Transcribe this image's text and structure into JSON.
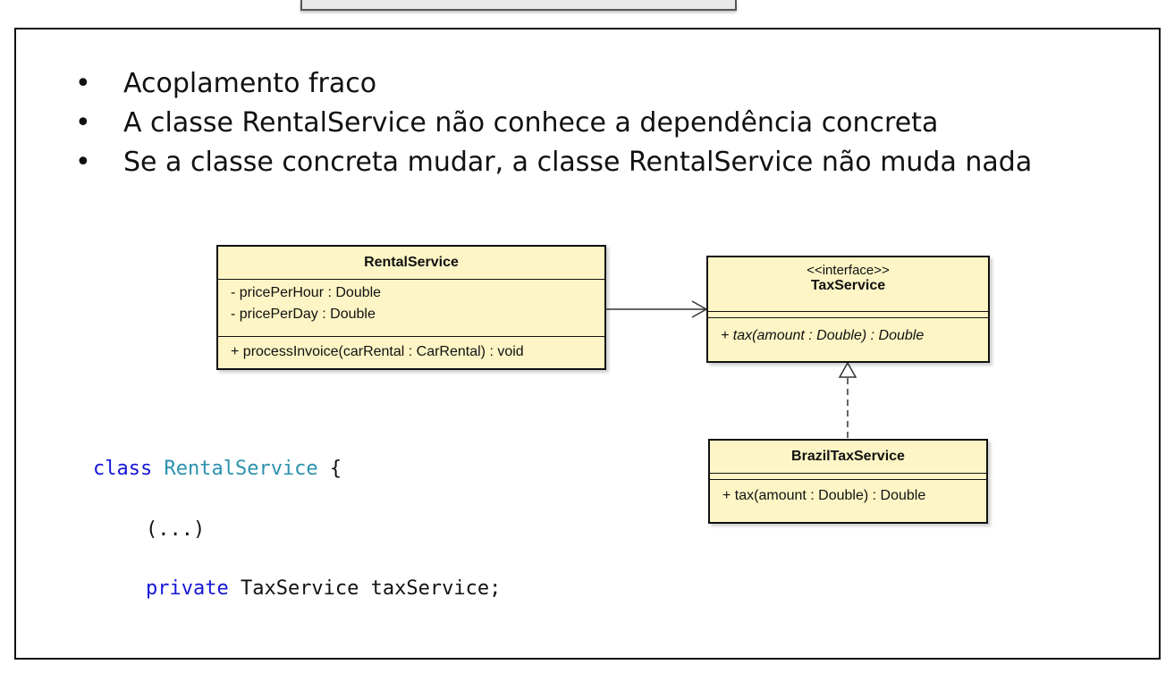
{
  "bullets": [
    "Acoplamento fraco",
    "A classe RentalService não conhece a dependência concreta",
    "Se a classe concreta mudar, a classe RentalService não muda nada"
  ],
  "bullet_symbol": "•",
  "diagram": {
    "rental_service": {
      "name": "RentalService",
      "attributes": [
        "- pricePerHour : Double",
        "- pricePerDay : Double"
      ],
      "operations": [
        "+ processInvoice(carRental : CarRental) : void"
      ]
    },
    "tax_service": {
      "stereotype": "<<interface>>",
      "name": "TaxService",
      "operations": [
        "+ tax(amount : Double) : Double"
      ]
    },
    "brazil_tax_service": {
      "name": "BrazilTaxService",
      "operations": [
        "+ tax(amount : Double) : Double"
      ]
    }
  },
  "code": {
    "line1_kw": "class",
    "line1_type": "RentalService",
    "line1_rest": " {",
    "line2": "(...)",
    "line3_kw": "private",
    "line3_rest": " TaxService taxService;"
  },
  "colors": {
    "uml_fill": "#fdf5c5",
    "keyword": "#1515d6",
    "type_name": "#2b91af"
  }
}
